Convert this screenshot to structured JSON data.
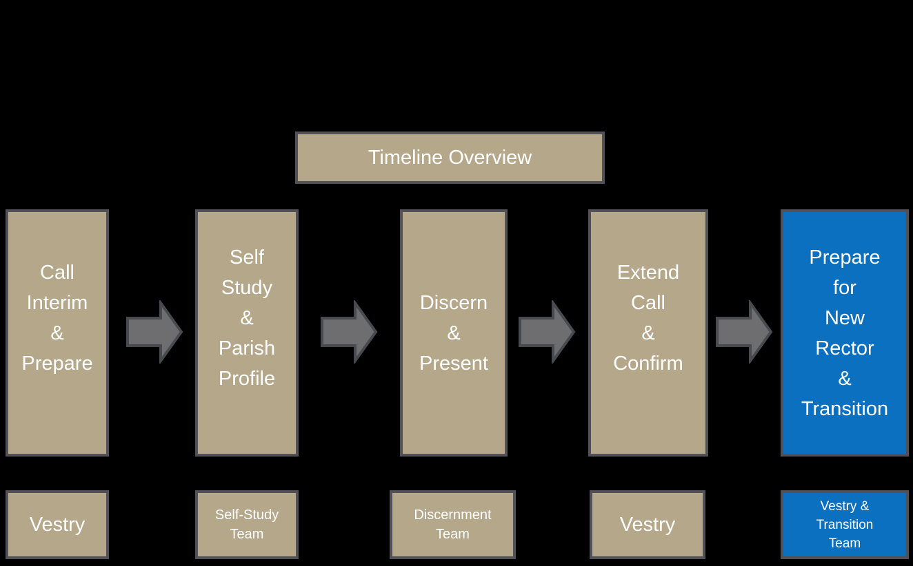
{
  "title": {
    "label": "Timeline Overview"
  },
  "stages": [
    {
      "label": "Call\nInterim\n&\nPrepare",
      "team": "Vestry",
      "color": "tan"
    },
    {
      "label": "Self\nStudy\n&\nParish\nProfile",
      "team": "Self-Study\nTeam",
      "color": "tan"
    },
    {
      "label": "Discern\n&\nPresent",
      "team": "Discernment\nTeam",
      "color": "tan"
    },
    {
      "label": "Extend\nCall\n&\nConfirm",
      "team": "Vestry",
      "color": "tan"
    },
    {
      "label": "Prepare\nfor\nNew\nRector\n&\nTransition",
      "team": "Vestry &\nTransition\nTeam",
      "color": "blue"
    }
  ],
  "colors": {
    "background": "#000000",
    "tan": "#b5a78a",
    "blue": "#0b70c0",
    "box_border": "#515157",
    "arrow_fill": "#6e6e71",
    "arrow_border": "#494950",
    "text": "#ffffff"
  }
}
